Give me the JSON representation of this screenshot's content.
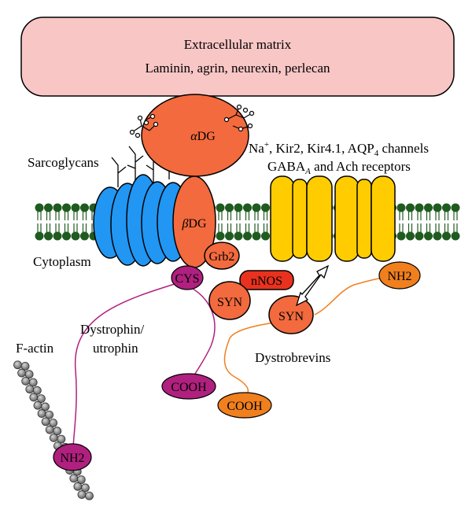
{
  "ecm": {
    "title": "Extracellular matrix",
    "components": "Laminin, agrin, neurexin, perlecan"
  },
  "alpha_dg": {
    "greek": "α",
    "suffix": "DG"
  },
  "beta_dg": {
    "greek": "β",
    "suffix": "DG"
  },
  "channels": {
    "line1_a": "Na",
    "line1_sup": "+",
    "line1_b": ", Kir2, Kir4.1, AQP",
    "line1_sub": "4",
    "line1_c": " channels",
    "line2_a": "GABA",
    "line2_sub": "A",
    "line2_b": " and Ach receptors"
  },
  "labels": {
    "sarcoglycans": "Sarcoglycans",
    "cytoplasm": "Cytoplasm",
    "dystrophin_line1": "Dystrophin/",
    "dystrophin_line2": "utrophin",
    "f_actin": "F-actin",
    "dystrobrevins": "Dystrobrevins"
  },
  "nodes": {
    "grb2": "Grb2",
    "cys": "CYS",
    "nnos": "nNOS",
    "syn1": "SYN",
    "syn2": "SYN",
    "nh2_orange": "NH2",
    "cooh_magenta": "COOH",
    "cooh_orange": "COOH",
    "nh2_magenta": "NH2"
  },
  "colors": {
    "ecm_fill": "#f9c6c6",
    "dg_fill": "#f26a3d",
    "sarcoglycan_fill": "#2196f3",
    "channel_fill": "#ffcc00",
    "membrane_head": "#1f5b1f",
    "magenta": "#b0207f",
    "orange_line": "#f07f1e",
    "nnos_fill": "#e8321e",
    "actin_bead": "#7a7a7a"
  }
}
